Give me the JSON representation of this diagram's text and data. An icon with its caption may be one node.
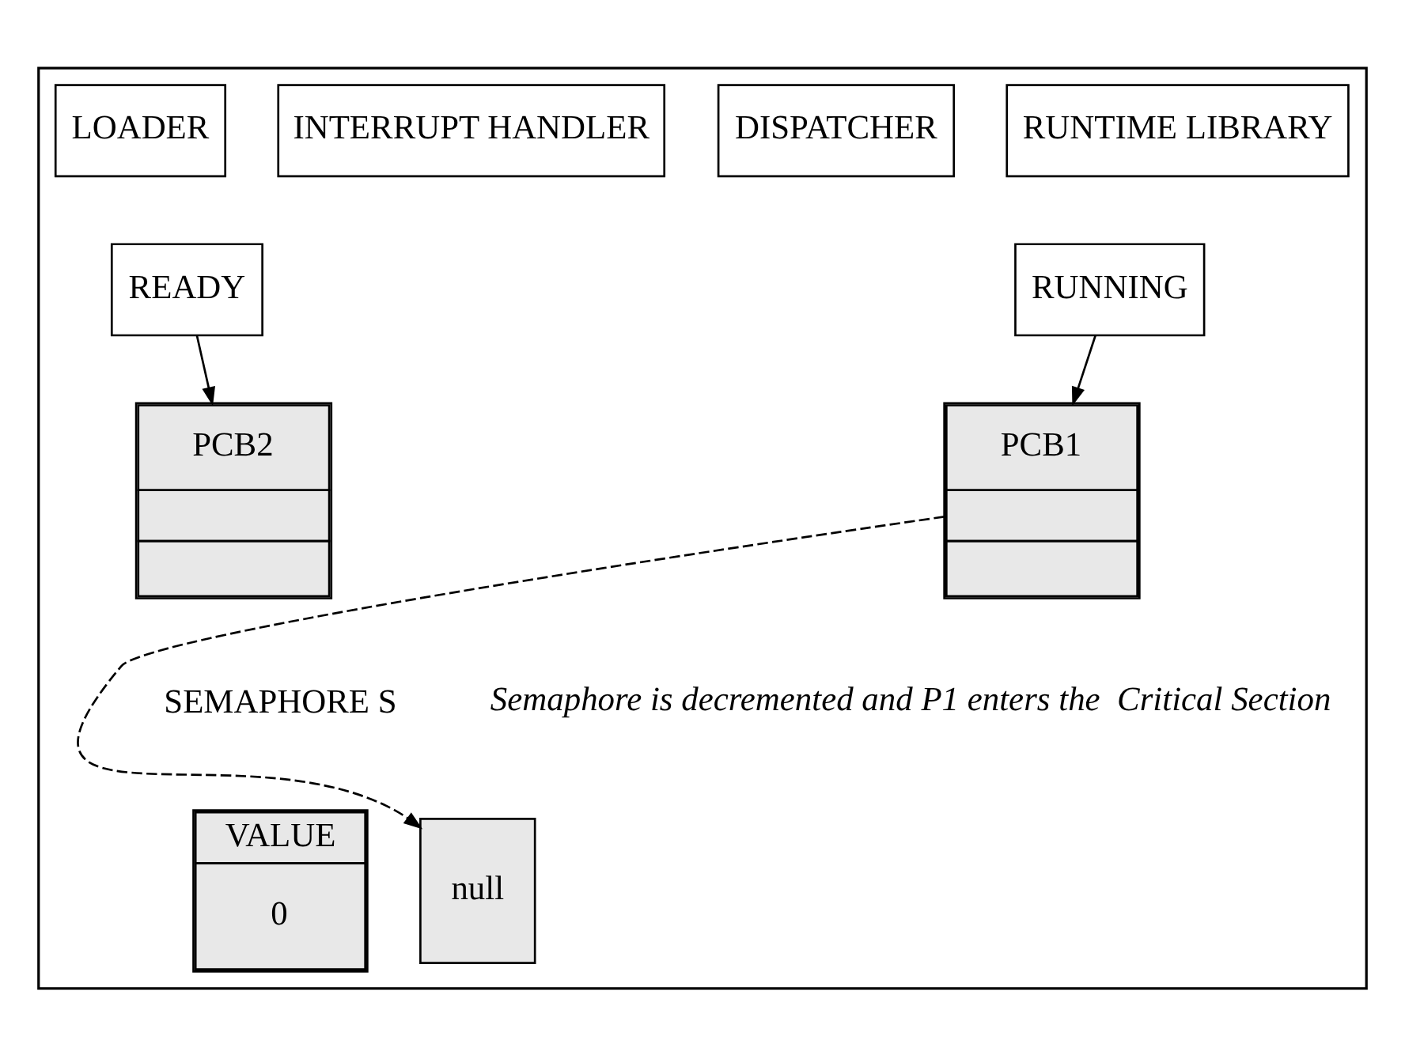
{
  "diagram": {
    "nodes": [
      {
        "text": [],
        "shape": "box"
      },
      {
        "text": [
          "LOADER"
        ],
        "in": 0
      },
      {
        "text": [
          "INTERRUPT HANDLER"
        ],
        "in": 0
      },
      {
        "text": [
          "DISPATCHER"
        ],
        "in": 0
      },
      {
        "text": [
          "RUNTIME LIBRARY"
        ],
        "in": 0
      },
      {
        "text": [
          "READY"
        ],
        "in": 0
      },
      {
        "text": [
          "RUNNING"
        ],
        "in": 0
      },
      {
        "text": [
          "PCB2"
        ],
        "in": 0
      },
      {
        "text": [
          "PCB1"
        ],
        "in": 0
      },
      {
        "text": [
          "VALUE",
          "0"
        ],
        "in": 0
      },
      {
        "text": [
          "null"
        ],
        "in": 0
      }
    ],
    "edges": [
      {
        "from": 5,
        "to": 7,
        "arrow": "to"
      },
      {
        "from": 6,
        "to": 8,
        "arrow": "to"
      },
      {
        "from": 8,
        "to": 10,
        "arrow": "to",
        "style": "dashed"
      }
    ],
    "labels": [
      "SEMAPHORE S",
      "Semaphore is decremented and P1 enters the  Critical Section"
    ]
  }
}
